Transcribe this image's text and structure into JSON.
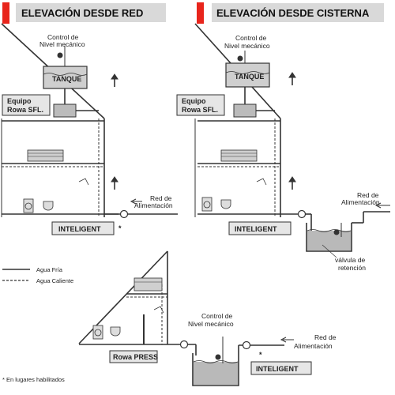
{
  "colors": {
    "accent": "#e8251c",
    "header_bg": "#d9d9d9",
    "line": "#333333",
    "water": "#b9b9b9",
    "box": "#e6e6e6"
  },
  "panels": {
    "left": {
      "title": "ELEVACIÓN DESDE RED",
      "control_line1": "Control de",
      "control_line2": "Nivel mecánico",
      "tank": "TANQUE",
      "equipo_line1": "Equipo",
      "equipo_line2": "Rowa SFL.",
      "red_line1": "Red de",
      "red_line2": "Alimentación",
      "inteligent": "INTELIGENT"
    },
    "right": {
      "title": "ELEVACIÓN DESDE CISTERNA",
      "control_line1": "Control de",
      "control_line2": "Nivel mecánico",
      "tank": "TANQUE",
      "equipo_line1": "Equipo",
      "equipo_line2": "Rowa SFL.",
      "red_line1": "Red de",
      "red_line2": "Alimentación",
      "inteligent": "INTELIGENT",
      "valve_line1": "válvula de",
      "valve_line2": "retención"
    },
    "bottom": {
      "rowa_press": "Rowa PRESS",
      "control_line1": "Control de",
      "control_line2": "Nivel mecánico",
      "red_line1": "Red de",
      "red_line2": "Alimentación",
      "inteligent": "INTELIGENT"
    }
  },
  "legend": {
    "cold": "Agua Fría",
    "hot": "Agua Caliente"
  },
  "footnote": "* En lugares habilitados",
  "star": "*"
}
